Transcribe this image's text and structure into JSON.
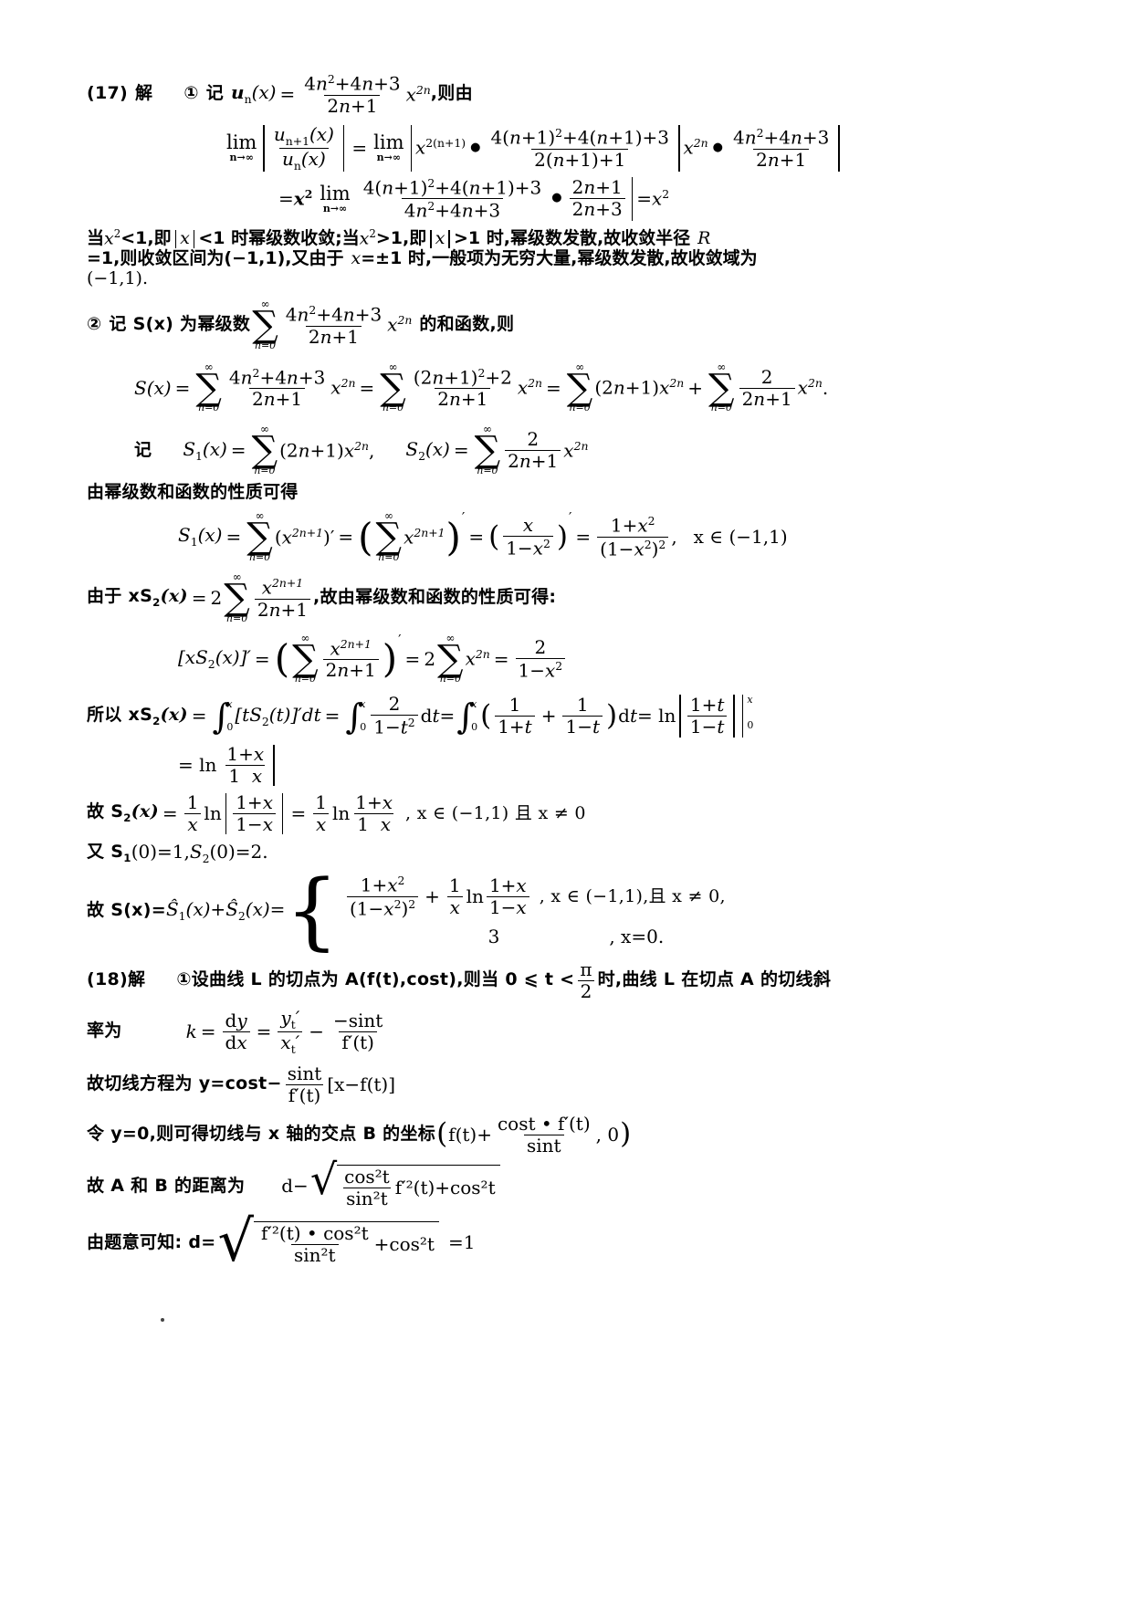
{
  "document": {
    "type": "math-solution-page",
    "language": "zh-CN"
  },
  "problem17": {
    "number": "(17)",
    "solution_label": "解",
    "part1_marker": "①",
    "intro_text": "记",
    "u_n": "u",
    "then_by": ",则由",
    "numerator": "4n²+4n+3",
    "denominator": "2n+1",
    "power": "2n",
    "lim_label": "lim",
    "lim_sub": "n→∞",
    "line1_pieces": {
      "un1": "u",
      "sub_n1": "n+1",
      "sub_n": "n",
      "x_exp_2n1": "2(n+1)",
      "num_shift": "4(n+1)²+4(n+1)+3",
      "den_shift": "2(n+1)+1",
      "x_exp_2n": "2n",
      "num_orig": "4n²+4n+3",
      "den_orig": "2n+1"
    },
    "line2_pieces": {
      "prefix": "=x² lim",
      "num_a": "4(n+1)²+4(n+1)+3",
      "den_a": "4n²+4n+3",
      "num_b": "2n+1",
      "den_b": "2n+3",
      "result": "=x²"
    },
    "paragraph1": "当 x²<1,即 |x|<1 时幂级数收敛;当 x²>1,即 |x|>1 时,幂级数发散,故收敛半径 R =1,则收敛区间为(−1,1),又由于 x=±1 时,一般项为无穷大量,幂级数发散,故收敛域为 (−1,1).",
    "paragraph1_l1_a": "当 ",
    "paragraph1_l1_b": "<1,即",
    "paragraph1_l1_c": "<1 时幂级数收敛;当",
    "paragraph1_l1_d": ">1,即",
    "paragraph1_l1_e": ">1 时,幂级数发散,故收敛半径",
    "paragraph1_l2_a": "=1,则收敛区间为(−1,1),又由于",
    "paragraph1_l2_b": "=±1 时,一般项为无穷大量,幂级数发散,故收敛域为",
    "paragraph1_l3": "(−1,1).",
    "part2_marker": "②",
    "part2_text_a": "记 S(x) 为幂级数",
    "part2_text_b": "的和函数,则",
    "part2_num": "4n²+4n+3",
    "part2_den": "2n+1",
    "sum_lower": "n=0",
    "sum_upper": "∞",
    "S_line": {
      "Sx": "S(x)=",
      "f1_num": "4n²+4n+3",
      "f1_den": "2n+1",
      "eq1": "=",
      "f2_num": "(2n+1)²+2",
      "f2_den": "2n+1",
      "eq2": "=",
      "term3": "(2n+1)x",
      "plus": "+",
      "f4_num": "2",
      "f4_den": "2n+1",
      "period": "."
    },
    "S1S2_def": {
      "label": "记",
      "S1": "S",
      "S1_body": "(2n+1)x",
      "S2": "S",
      "S2_num": "2",
      "S2_den": "2n+1"
    },
    "prop_text": "由幂级数和函数的性质可得",
    "S1_derivation": {
      "lhs": "S",
      "term1": "(x",
      "term1_exp": "2n+1",
      "term2_exp": "2n+1",
      "frac_num": "x",
      "frac_den": "1−x²",
      "res_num": "1+x²",
      "res_den": "(1−x²)²",
      "domain": "x ∈ (−1,1)"
    },
    "xS2_text_a": "由于 xS",
    "xS2_text_b": ",故由幂级数和函数的性质可得:",
    "xS2_num": "x",
    "xS2_num_exp": "2n+1",
    "xS2_den": "2n+1",
    "xS2_deriv": {
      "lhs": "[xS",
      "lhs_end": "(x)]′=",
      "num": "x",
      "num_exp": "2n+1",
      "den": "2n+1",
      "mid": "′=2",
      "xterm": "x",
      "xterm_exp": "2n",
      "res_num": "2",
      "res_den": "1−x²"
    },
    "integral_line": {
      "prefix": "所以 xS",
      "prefix_end": "(x)=",
      "int_up": "x",
      "int_lo": "0",
      "i1": "[tS",
      "i1_end": "(t)]′dt=",
      "f1_num": "2",
      "f1_den": "1−t²",
      "dt1": "dt=",
      "f2_num": "1",
      "f2_den": "1+t",
      "plus": "+",
      "f3_num": "1",
      "f3_den": "1−t",
      "dt2": "dt= ln",
      "ln_num": "1+t",
      "ln_den": "1−t",
      "ev_up": "x",
      "ev_lo": "0"
    },
    "integral_result": {
      "eq": "= ln",
      "num": "1+x",
      "den": "1  x"
    },
    "S2_result": {
      "prefix": "故 S",
      "prefix_end": "(x)=",
      "f1_num": "1",
      "f1_den": "x",
      "ln1": "ln",
      "ln1_num": "1+x",
      "ln1_den": "1−x",
      "eq": "=",
      "f2_num": "1",
      "f2_den": "x",
      "ln2": "ln",
      "ln2_num": "1+x",
      "ln2_den": "1  x",
      "domain": ", x ∈ (−1,1) 且 x ≠ 0"
    },
    "values_line": {
      "a": "又 S",
      "b": "(0)=1,S",
      "c": "(0)=2."
    },
    "piecewise": {
      "prefix": "故 S(x)=",
      "S1": "S",
      "S1_end": "(x)+",
      "S2": "S",
      "S2_end": "(x)=",
      "case1_num": "1+x²",
      "case1_den": "(1−x²)²",
      "case1_plus": "+",
      "case1_f_num": "1",
      "case1_f_den": "x",
      "case1_ln": "ln",
      "case1_ln_num": "1+x",
      "case1_ln_den": "1−x",
      "case1_cond": ", x ∈ (−1,1),且 x ≠ 0,",
      "case2_val": "3",
      "case2_cond": ", x=0."
    }
  },
  "problem18": {
    "number": "(18)",
    "solution_label": "解",
    "part1_marker": "①",
    "line1_a": "设曲线 L 的切点为 A(f(t),cost),则当 0 ⩽ t <",
    "line1_pi": "π",
    "line1_two": "2",
    "line1_b": "时,曲线 L 在切点 A 的切线斜",
    "line2_label": "率为",
    "line2": {
      "k": "k=",
      "dy": "dy",
      "dx": "dx",
      "eq": "=",
      "yt": "y",
      "xt": "x",
      "minus": "−",
      "num": "−sint",
      "den": "f′(t)"
    },
    "line3": {
      "prefix": "故切线方程为 y=cost−",
      "num": "sint",
      "den": "f′(t)",
      "suffix": "[x−f(t)]"
    },
    "line4": {
      "prefix": "令 y=0,则可得切线与 x 轴的交点 B 的坐标",
      "inner_pre": "f(t)+",
      "num": "cost • f′(t)",
      "den": "sint",
      "inner_post": ", 0"
    },
    "line5": {
      "prefix": "故 A 和 B 的距离为",
      "d": "d−",
      "num": "cos²t",
      "den": "sin²t",
      "tail": "f′²(t)+cos²t"
    },
    "line6": {
      "prefix": "由题意可知:  d=",
      "num": "f′²(t) • cos²t",
      "den": "sin²t",
      "tail": "+cos²t",
      "result": "=1"
    }
  }
}
